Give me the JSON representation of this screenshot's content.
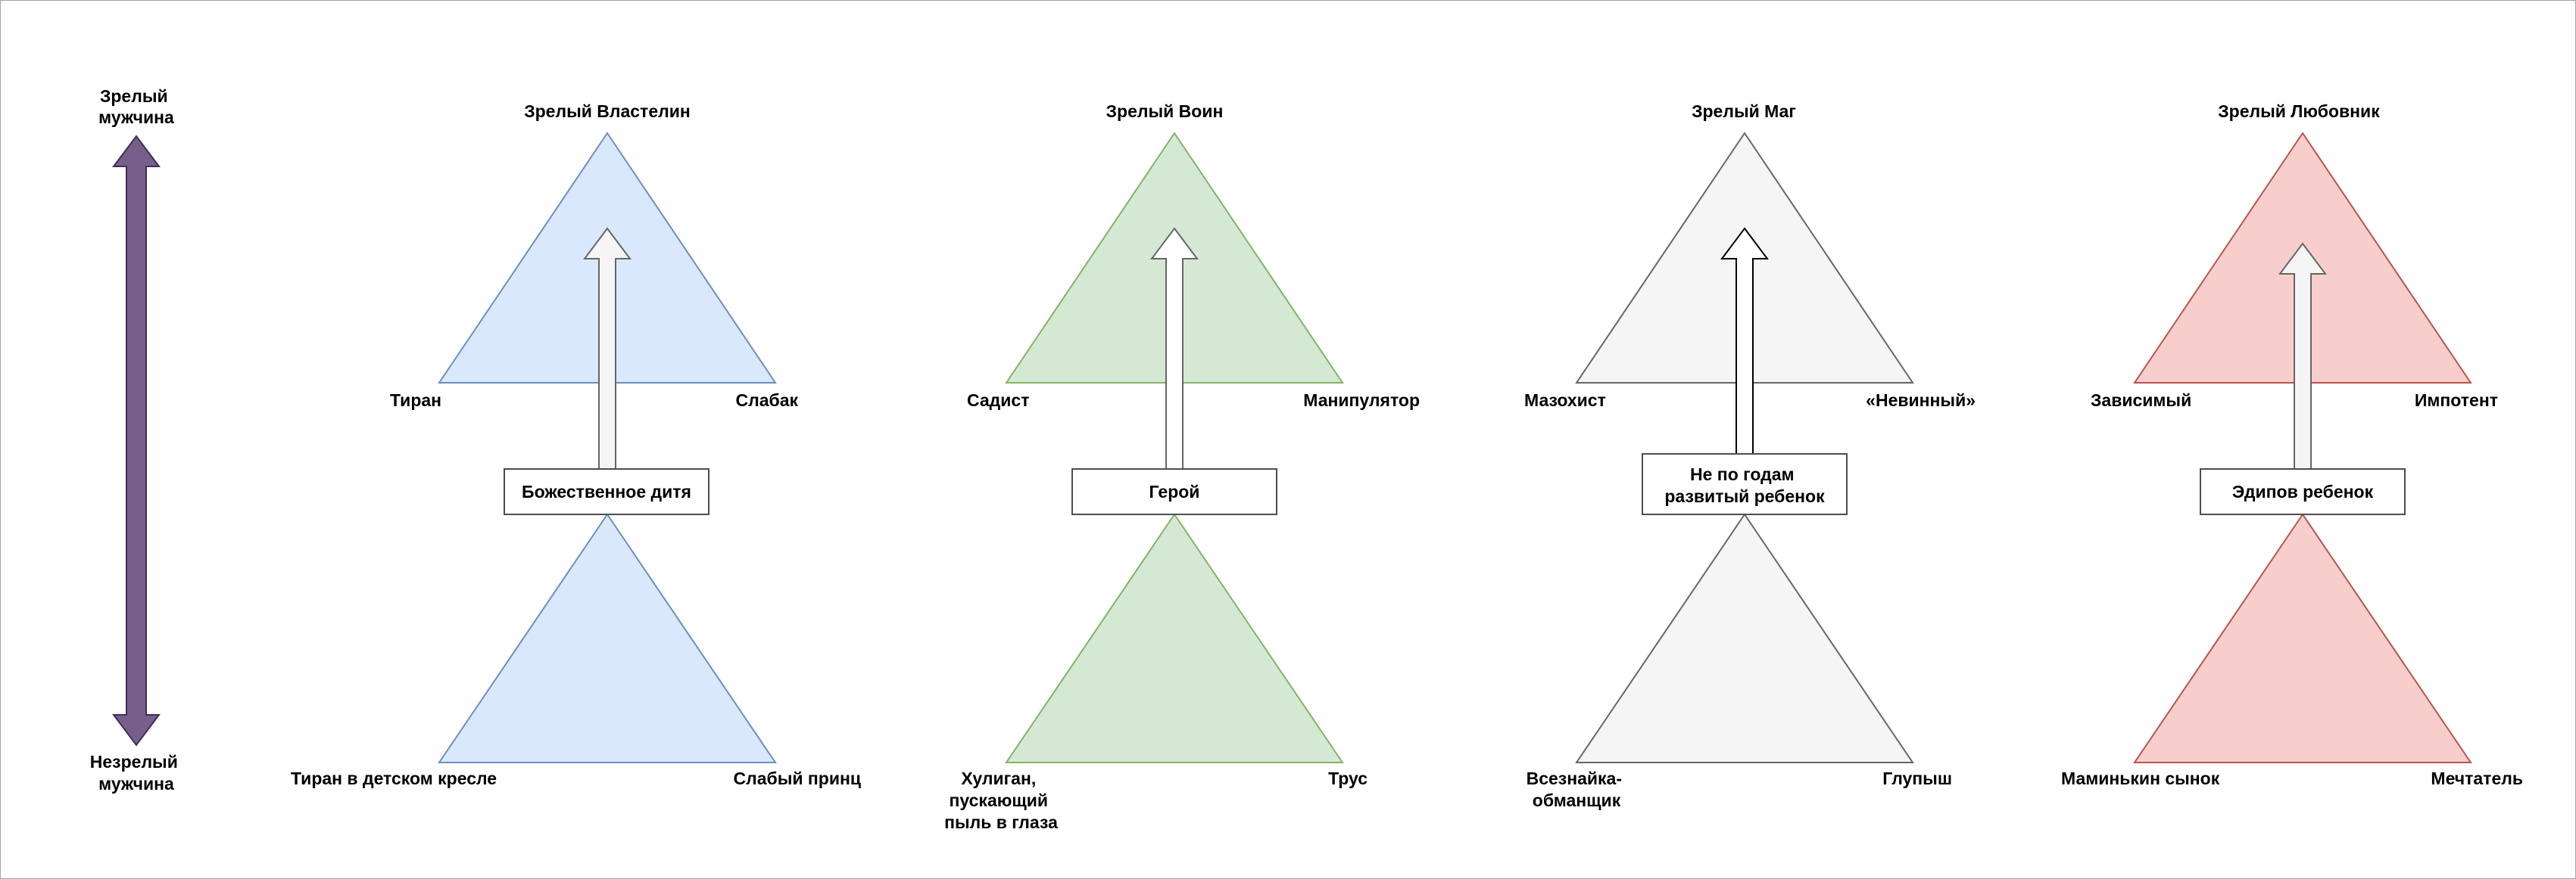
{
  "scale": {
    "top_label": [
      "Зрелый",
      "мужчина"
    ],
    "bottom_label": [
      "Незрелый",
      "мужчина"
    ],
    "arrow_color": "#76608a"
  },
  "groups": [
    {
      "id": "king",
      "mature_title": "Зрелый Властелин",
      "mature_left": "Тиран",
      "mature_right": "Слабак",
      "child_label": [
        "Божественное дитя"
      ],
      "immature_left": [
        "Тиран в детском кресле"
      ],
      "immature_right": [
        "Слабый принц"
      ],
      "fill": "#dae8fc",
      "stroke": "#6c8ebf"
    },
    {
      "id": "warrior",
      "mature_title": "Зрелый Воин",
      "mature_left": "Садист",
      "mature_right": "Манипулятор",
      "child_label": [
        "Герой"
      ],
      "immature_left": [
        "Хулиган,",
        "пускающий",
        "пыль в глаза"
      ],
      "immature_right": [
        "Трус"
      ],
      "fill": "#d5e8d4",
      "stroke": "#82b366"
    },
    {
      "id": "magician",
      "mature_title": "Зрелый Маг",
      "mature_left": "Мазохист",
      "mature_right": "«Невинный»",
      "child_label": [
        "Не по годам",
        "развитый ребенок"
      ],
      "immature_left": [
        "Всезнайка-",
        "обманщик"
      ],
      "immature_right": [
        "Глупыш"
      ],
      "fill": "#f5f5f5",
      "stroke": "#666666"
    },
    {
      "id": "lover",
      "mature_title": "Зрелый Любовник",
      "mature_left": "Зависимый",
      "mature_right": "Импотент",
      "child_label": [
        "Эдипов ребенок"
      ],
      "immature_left": [
        "Маминькин сынок"
      ],
      "immature_right": [
        "Мечтатель"
      ],
      "fill": "#f8cecc",
      "stroke": "#b85450"
    }
  ]
}
